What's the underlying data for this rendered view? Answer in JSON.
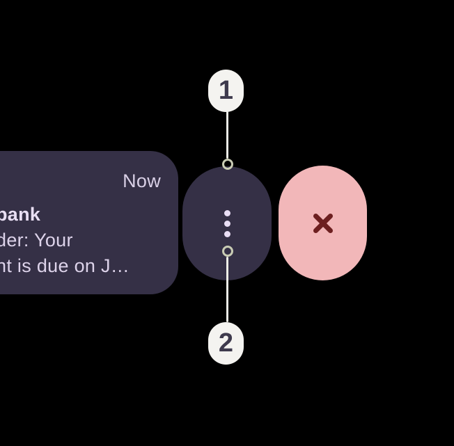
{
  "colors": {
    "background": "#000000",
    "card-bg": "#353046",
    "card-title": "#e9dff4",
    "card-text": "#ddd3ea",
    "time-text": "#d9d0e6",
    "dot": "#e9def5",
    "dismiss-bg": "#f2b7b9",
    "dismiss-x": "#6d1f20",
    "badge-bg": "#f4f3f0",
    "badge-text": "#3e3a4d",
    "line": "#efefe8",
    "circle": "#c9ccb4"
  },
  "notification": {
    "time": "Now",
    "title": "bank",
    "body_lines": [
      "der: Your",
      "nt is due on J…"
    ]
  },
  "actions": {
    "menu_icon": "more-vert-icon",
    "dismiss_icon": "close-icon"
  },
  "annotations": {
    "step1": "1",
    "step2": "2"
  }
}
